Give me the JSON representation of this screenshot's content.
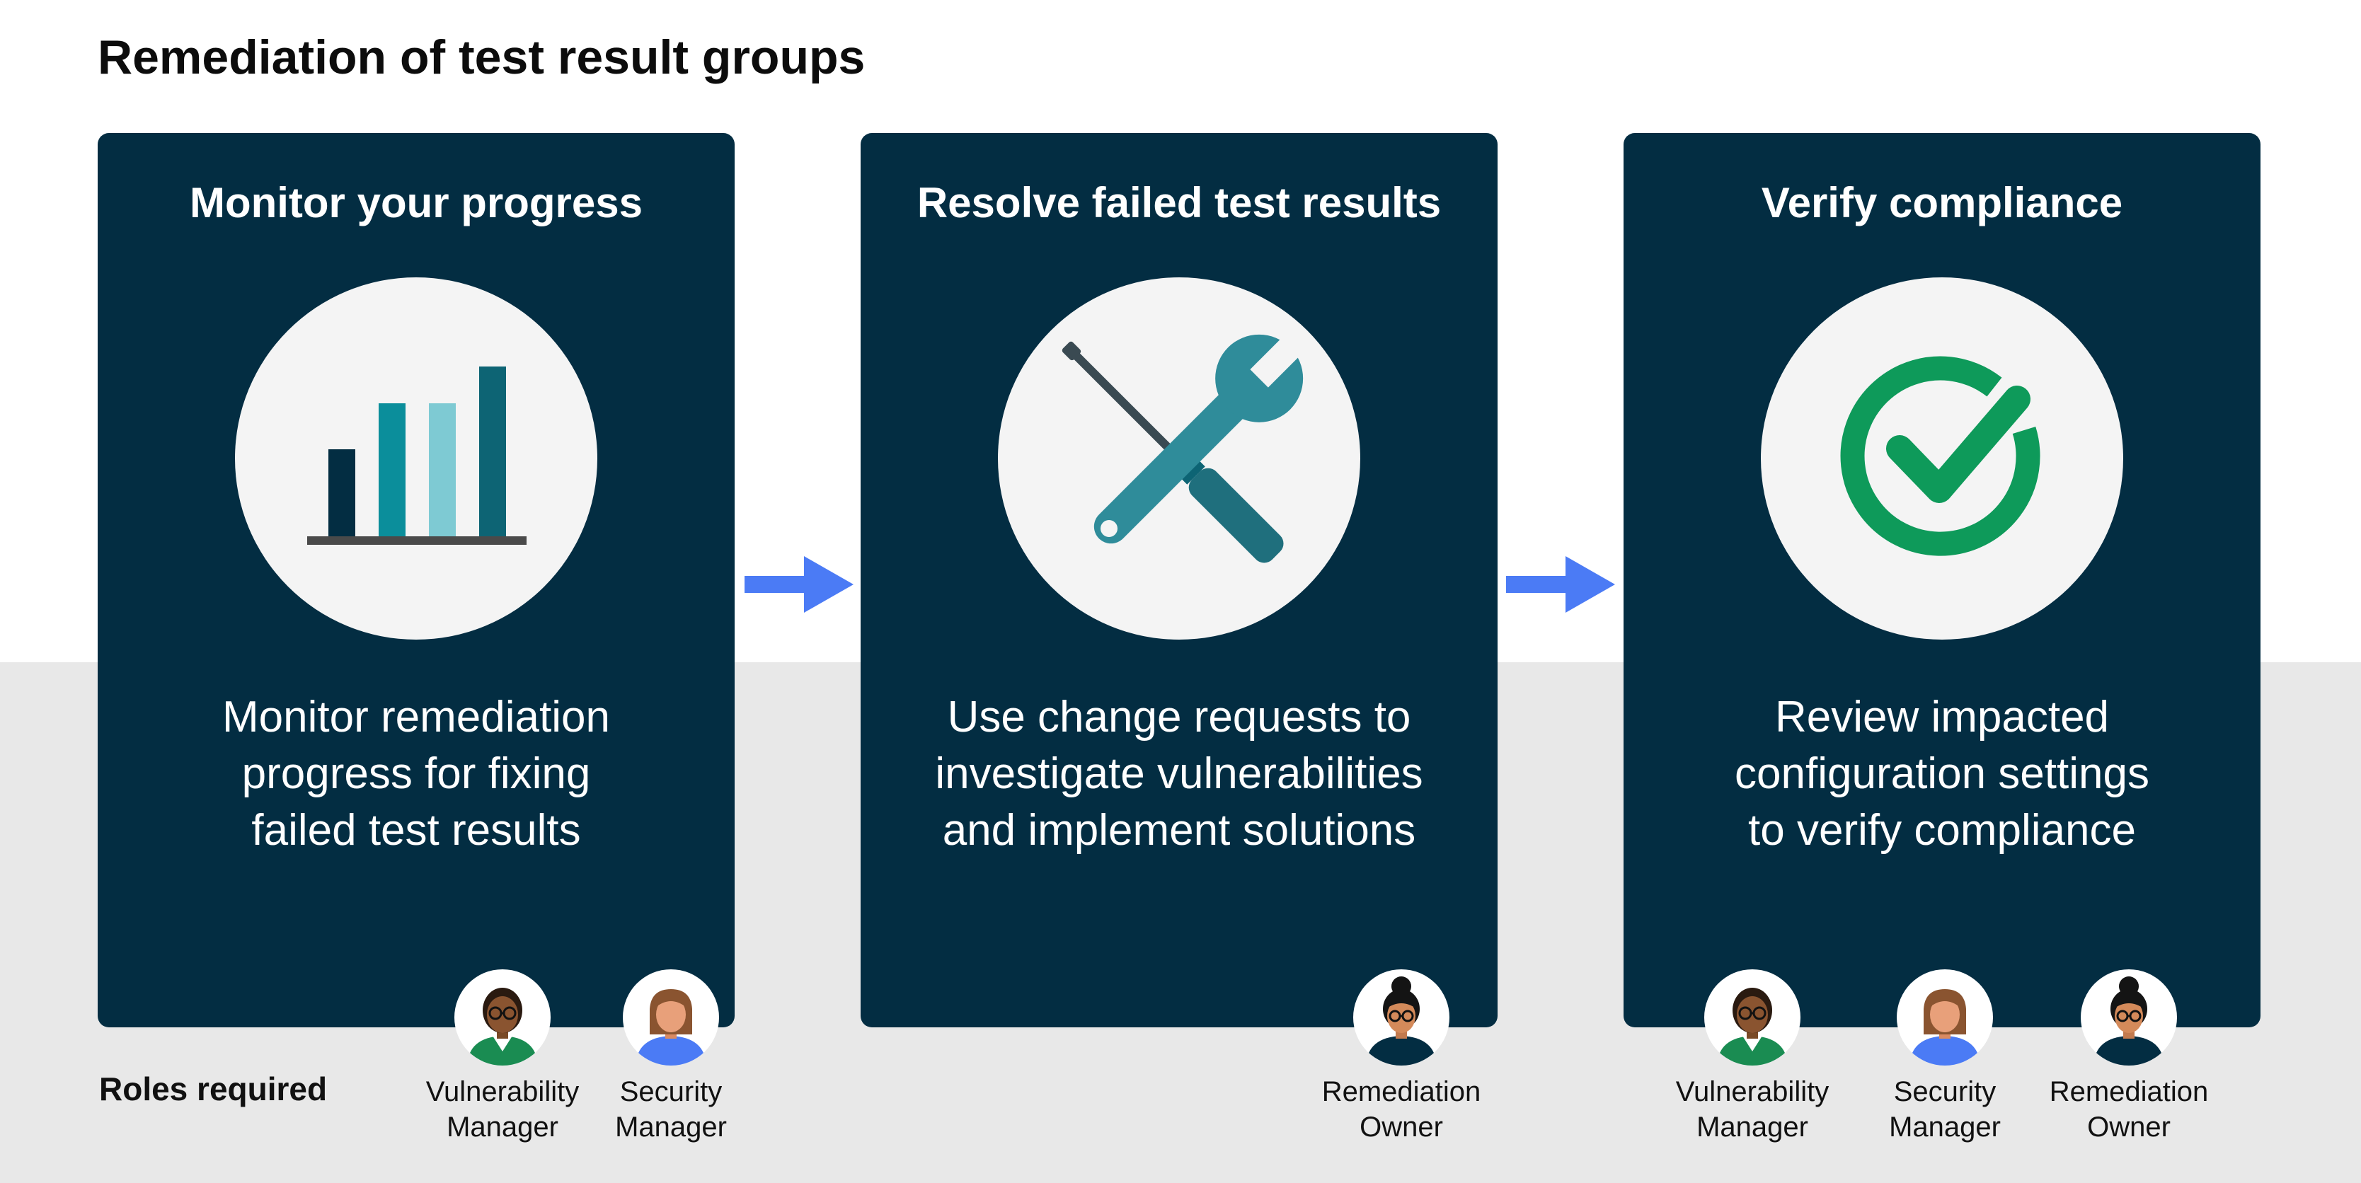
{
  "title": "Remediation of test result groups",
  "colors": {
    "card_bg": "#032d42",
    "arrow": "#4b7bf5",
    "band_bg": "#e8e8e8",
    "check_green": "#0e9a5a",
    "tools_teal": "#2f8c9a"
  },
  "steps": [
    {
      "title": "Monitor your progress",
      "icon": "bar-chart-icon",
      "description_lines": [
        "Monitor remediation",
        "progress for fixing",
        "failed test results"
      ]
    },
    {
      "title": "Resolve failed test results",
      "icon": "wrench-screwdriver-icon",
      "description_lines": [
        "Use change requests to",
        "investigate vulnerabilities",
        "and implement solutions"
      ]
    },
    {
      "title": "Verify compliance",
      "icon": "check-circle-icon",
      "description_lines": [
        "Review impacted",
        "configuration settings",
        "to verify compliance"
      ]
    }
  ],
  "roles_label": "Roles required",
  "roles": {
    "vulnerability_manager": [
      "Vulnerability",
      "Manager"
    ],
    "security_manager": [
      "Security",
      "Manager"
    ],
    "remediation_owner": [
      "Remediation",
      "Owner"
    ]
  }
}
